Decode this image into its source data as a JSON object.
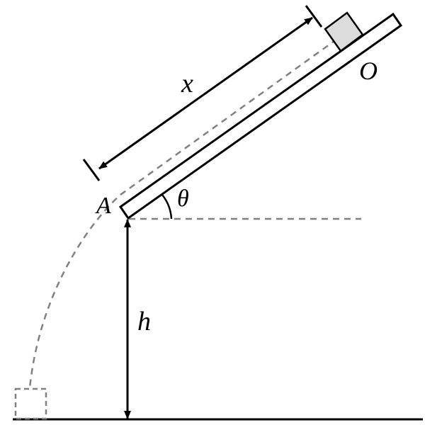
{
  "labels": {
    "x": "x",
    "O": "O",
    "A": "A",
    "theta": "θ",
    "h": "h"
  },
  "colors": {
    "stroke": "#000000",
    "dashed": "#808080",
    "block_fill": "#dcdcdc",
    "background": "#ffffff"
  }
}
